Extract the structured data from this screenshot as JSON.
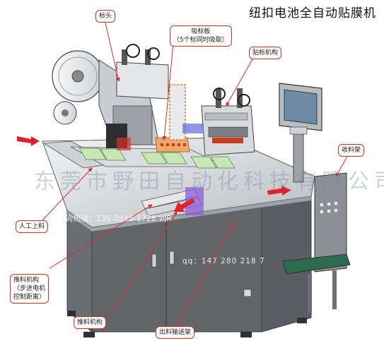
{
  "title": "纽扣电池全自动贴膜机",
  "callouts": {
    "biaotou": "标头",
    "xibiaoban_1": "吸标板",
    "xibiaoban_2": "（5个标同时吸取）",
    "tiebiao": "贴标机构",
    "shouliao": "收料架",
    "rengong": "人工上料",
    "tuiliao_step_1": "推料机构",
    "tuiliao_step_2": "（步进电机",
    "tuiliao_step_3": "控制距离）",
    "tuiliao": "推料机构",
    "chuliao": "出料输送架"
  },
  "watermark": "东莞市野田自动化科技有限公司",
  "hotline": "咨询热线：135-2845-1728 刘R",
  "qq": "qq：147 280 218 7",
  "colors": {
    "callout_border": "#d9302c",
    "leader_line": "#d9302c",
    "arrow": "#e0202a",
    "frame": "#8d9096",
    "panel": "#5c5e64",
    "conveyor_belt": "#c7e7b5"
  }
}
